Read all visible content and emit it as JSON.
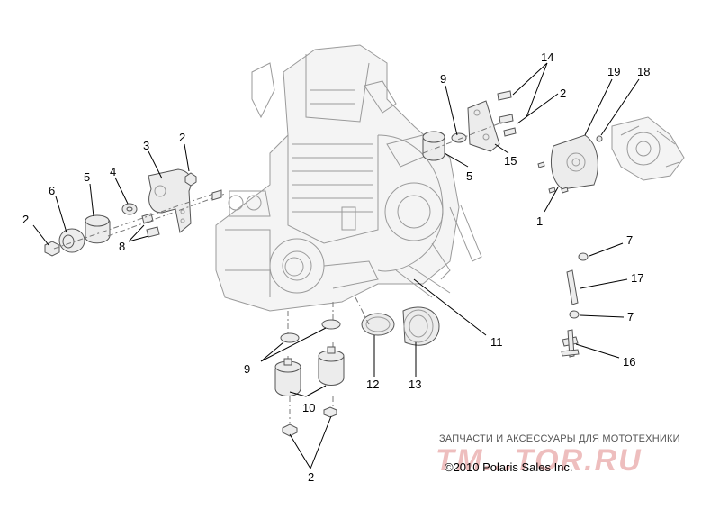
{
  "callouts": [
    "2",
    "6",
    "5",
    "4",
    "3",
    "2",
    "8",
    "9",
    "14",
    "2",
    "19",
    "18",
    "5",
    "15",
    "1",
    "7",
    "17",
    "7",
    "16",
    "11",
    "9",
    "10",
    "12",
    "13",
    "2"
  ],
  "watermark": {
    "caption": "ЗАПЧАСТИ И АКСЕССУАРЫ ДЛЯ МОТОТЕХНИКИ",
    "brand": "ТМ...ТОR.RU"
  },
  "copyright": "©2010 Polaris Sales Inc."
}
